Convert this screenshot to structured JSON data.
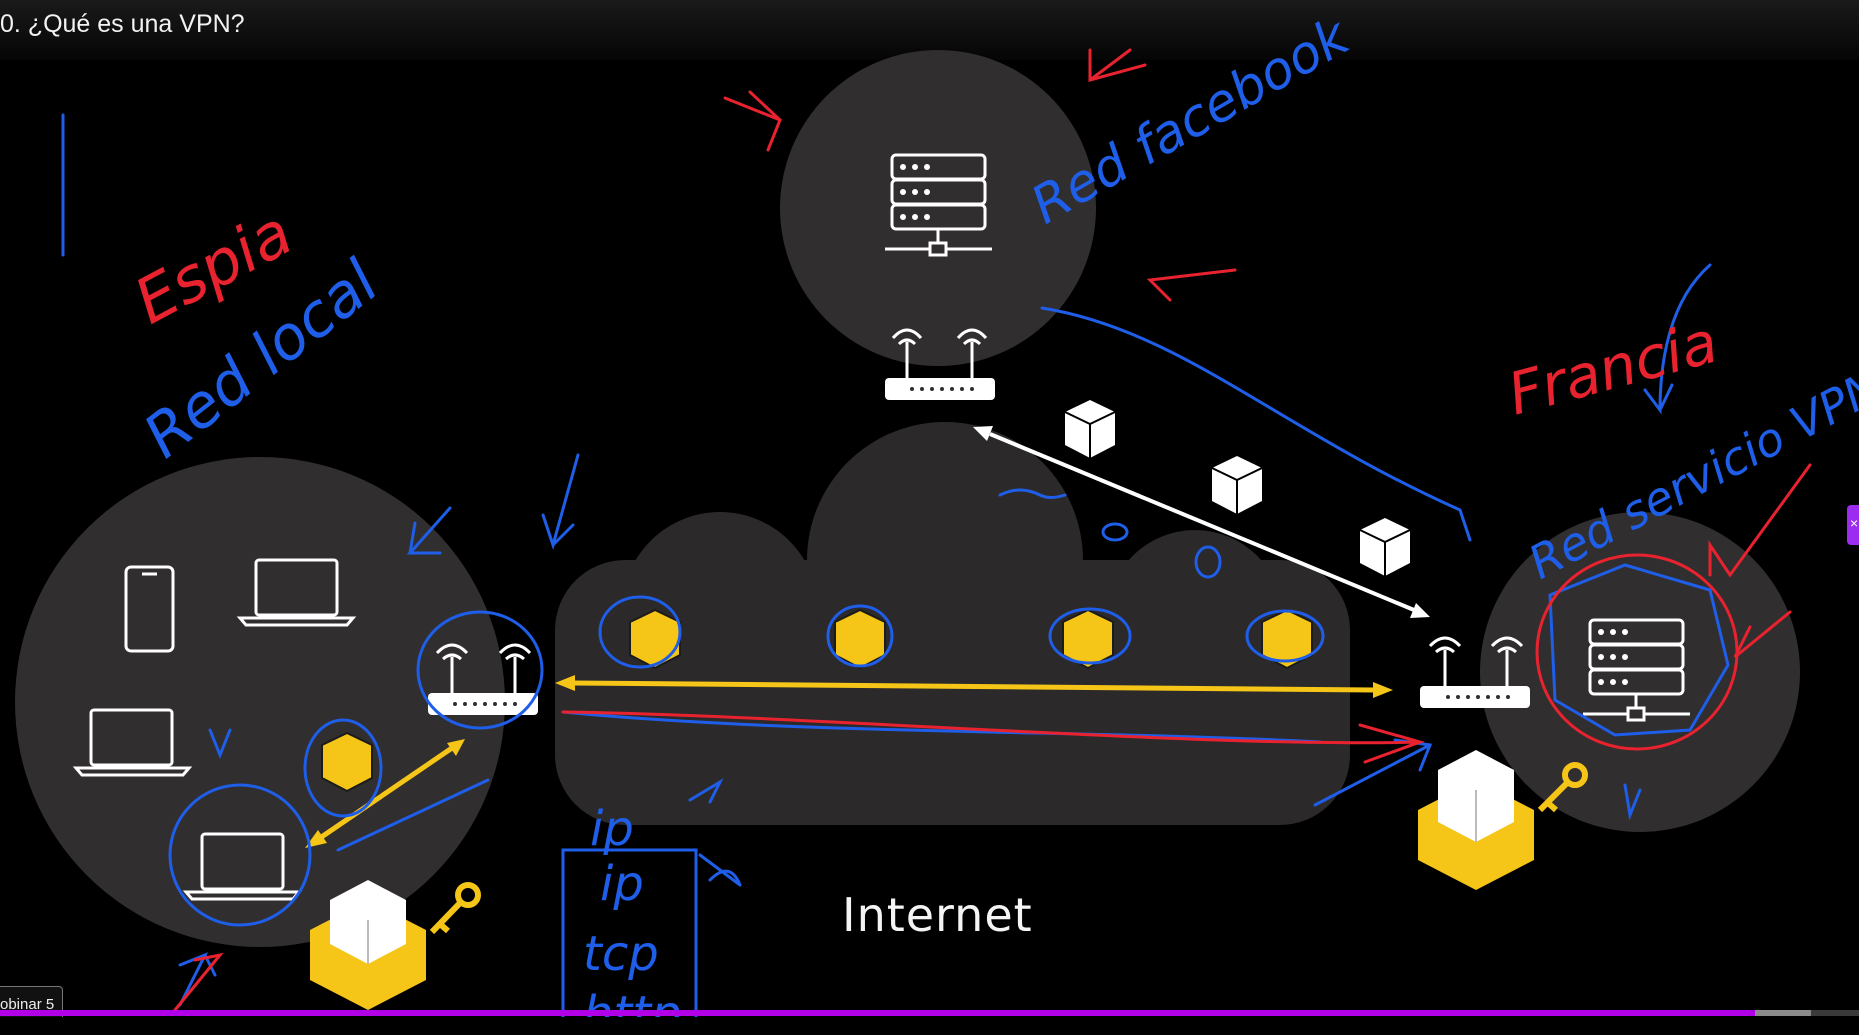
{
  "video": {
    "title": "0. ¿Qué es una VPN?",
    "chapter_label": "obinar 5",
    "progress_fraction": 0.944,
    "buffered_fraction": 0.03
  },
  "diagram": {
    "internet_label": "Internet",
    "handwriting_spy": "Espia",
    "handwriting_local_net": "Red local",
    "handwriting_facebook": "Red facebook",
    "handwriting_france": "Francia",
    "handwriting_vpn": "Red servicio VPN",
    "handwriting_ip": "ip",
    "handwriting_stack": [
      "ip",
      "tcp",
      "http"
    ]
  },
  "colors": {
    "ink_blue": "#1f5ee8",
    "ink_red": "#e8232f",
    "arrow_yellow": "#f5c518",
    "circle_gray": "#302e2f",
    "cloud_gray": "#2b292a",
    "progress": "#b100e8"
  },
  "side_tab": {
    "icon": "close-icon",
    "glyph": "×"
  }
}
